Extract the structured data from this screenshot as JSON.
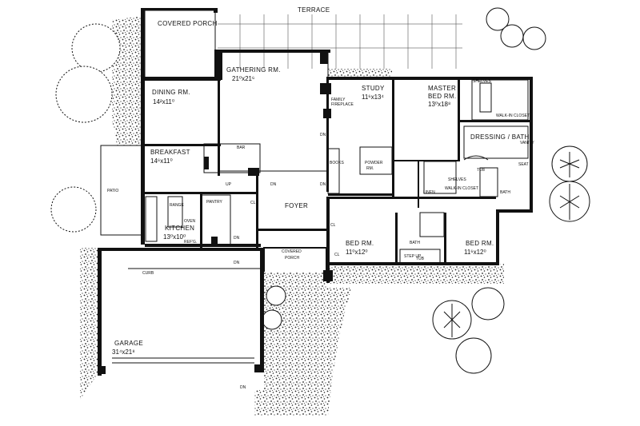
{
  "rooms": {
    "covered_porch_top": "COVERED PORCH",
    "terrace": "TERRACE",
    "gathering": {
      "name": "GATHERING RM.",
      "size": "21⁰x21⁶"
    },
    "dining": {
      "name": "DINING RM.",
      "size": "14²x11⁰"
    },
    "breakfast": {
      "name": "BREAKFAST",
      "size": "14⁶x11⁰"
    },
    "kitchen": {
      "name": "KITCHEN",
      "size": "13⁰x10⁰"
    },
    "study": {
      "name": "STUDY",
      "size": "11⁶x13⁴"
    },
    "master": {
      "name1": "MASTER",
      "name2": "BED RM.",
      "size": "13⁰x18⁸"
    },
    "walkin_closet_top": "WALK-IN CLOSET",
    "dressing": "DRESSING / BATH",
    "powder": {
      "name1": "POWDER",
      "name2": "RM."
    },
    "foyer": "FOYER",
    "covered_porch_front": {
      "name1": "COVERED",
      "name2": "PORCH"
    },
    "bed_left": {
      "name": "BED RM.",
      "size": "11⁰x12⁰"
    },
    "bed_right": {
      "name": "BED RM.",
      "size": "11⁶x12⁰"
    },
    "bath_mid": "BATH",
    "bath_right": "BATH",
    "walkin_closet_mid": "WALK-IN CLOSET",
    "garage": {
      "name": "GARAGE",
      "size": "31⁴x21⁸"
    },
    "patio": "PATIO"
  },
  "small_labels": {
    "bar": "BAR",
    "pantry": "PANTRY",
    "oven": "OVEN",
    "refg": "REF'G.",
    "range": "RANGE",
    "fireplace": "FIREPLACE",
    "fireplace_top": "FAMILY",
    "curb": "CURB",
    "tub_top": "TUB",
    "tub_mid": "TUB",
    "shelves": "SHELVES",
    "linen": "LINEN",
    "seat": "SEAT",
    "vanity": "VANITY",
    "shelves2": "SHELVES",
    "step_up": "STEP UP",
    "books": "BOOKS",
    "cl": "CL",
    "dn": "DN",
    "up": "UP"
  }
}
